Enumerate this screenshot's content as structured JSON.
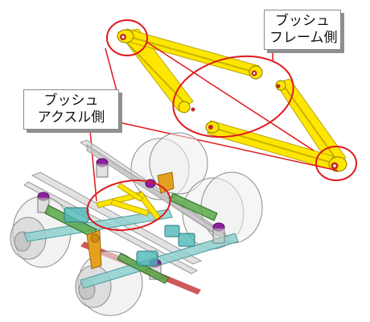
{
  "callouts": {
    "frame_side": {
      "line1": "ブッシュ",
      "line2": "フレーム側"
    },
    "axle_side": {
      "line1": "ブッシュ",
      "line2": "アクスル側"
    }
  },
  "colors": {
    "arm_yellow": "#ffe600",
    "arm_outline": "#b8a400",
    "highlight_red": "#e0191f",
    "callout_border": "#8a8a8a",
    "callout_shadow": "#8f8f8f",
    "tire_outline": "#8c8c8c",
    "frame_rail": "#c9c9c9",
    "air_spring_purple": "#8e1fa0",
    "cyan_part": "#4db8b8",
    "green_part": "#5aa84a",
    "orange_bracket": "#e6a020",
    "crossmember_red": "#c03030"
  }
}
